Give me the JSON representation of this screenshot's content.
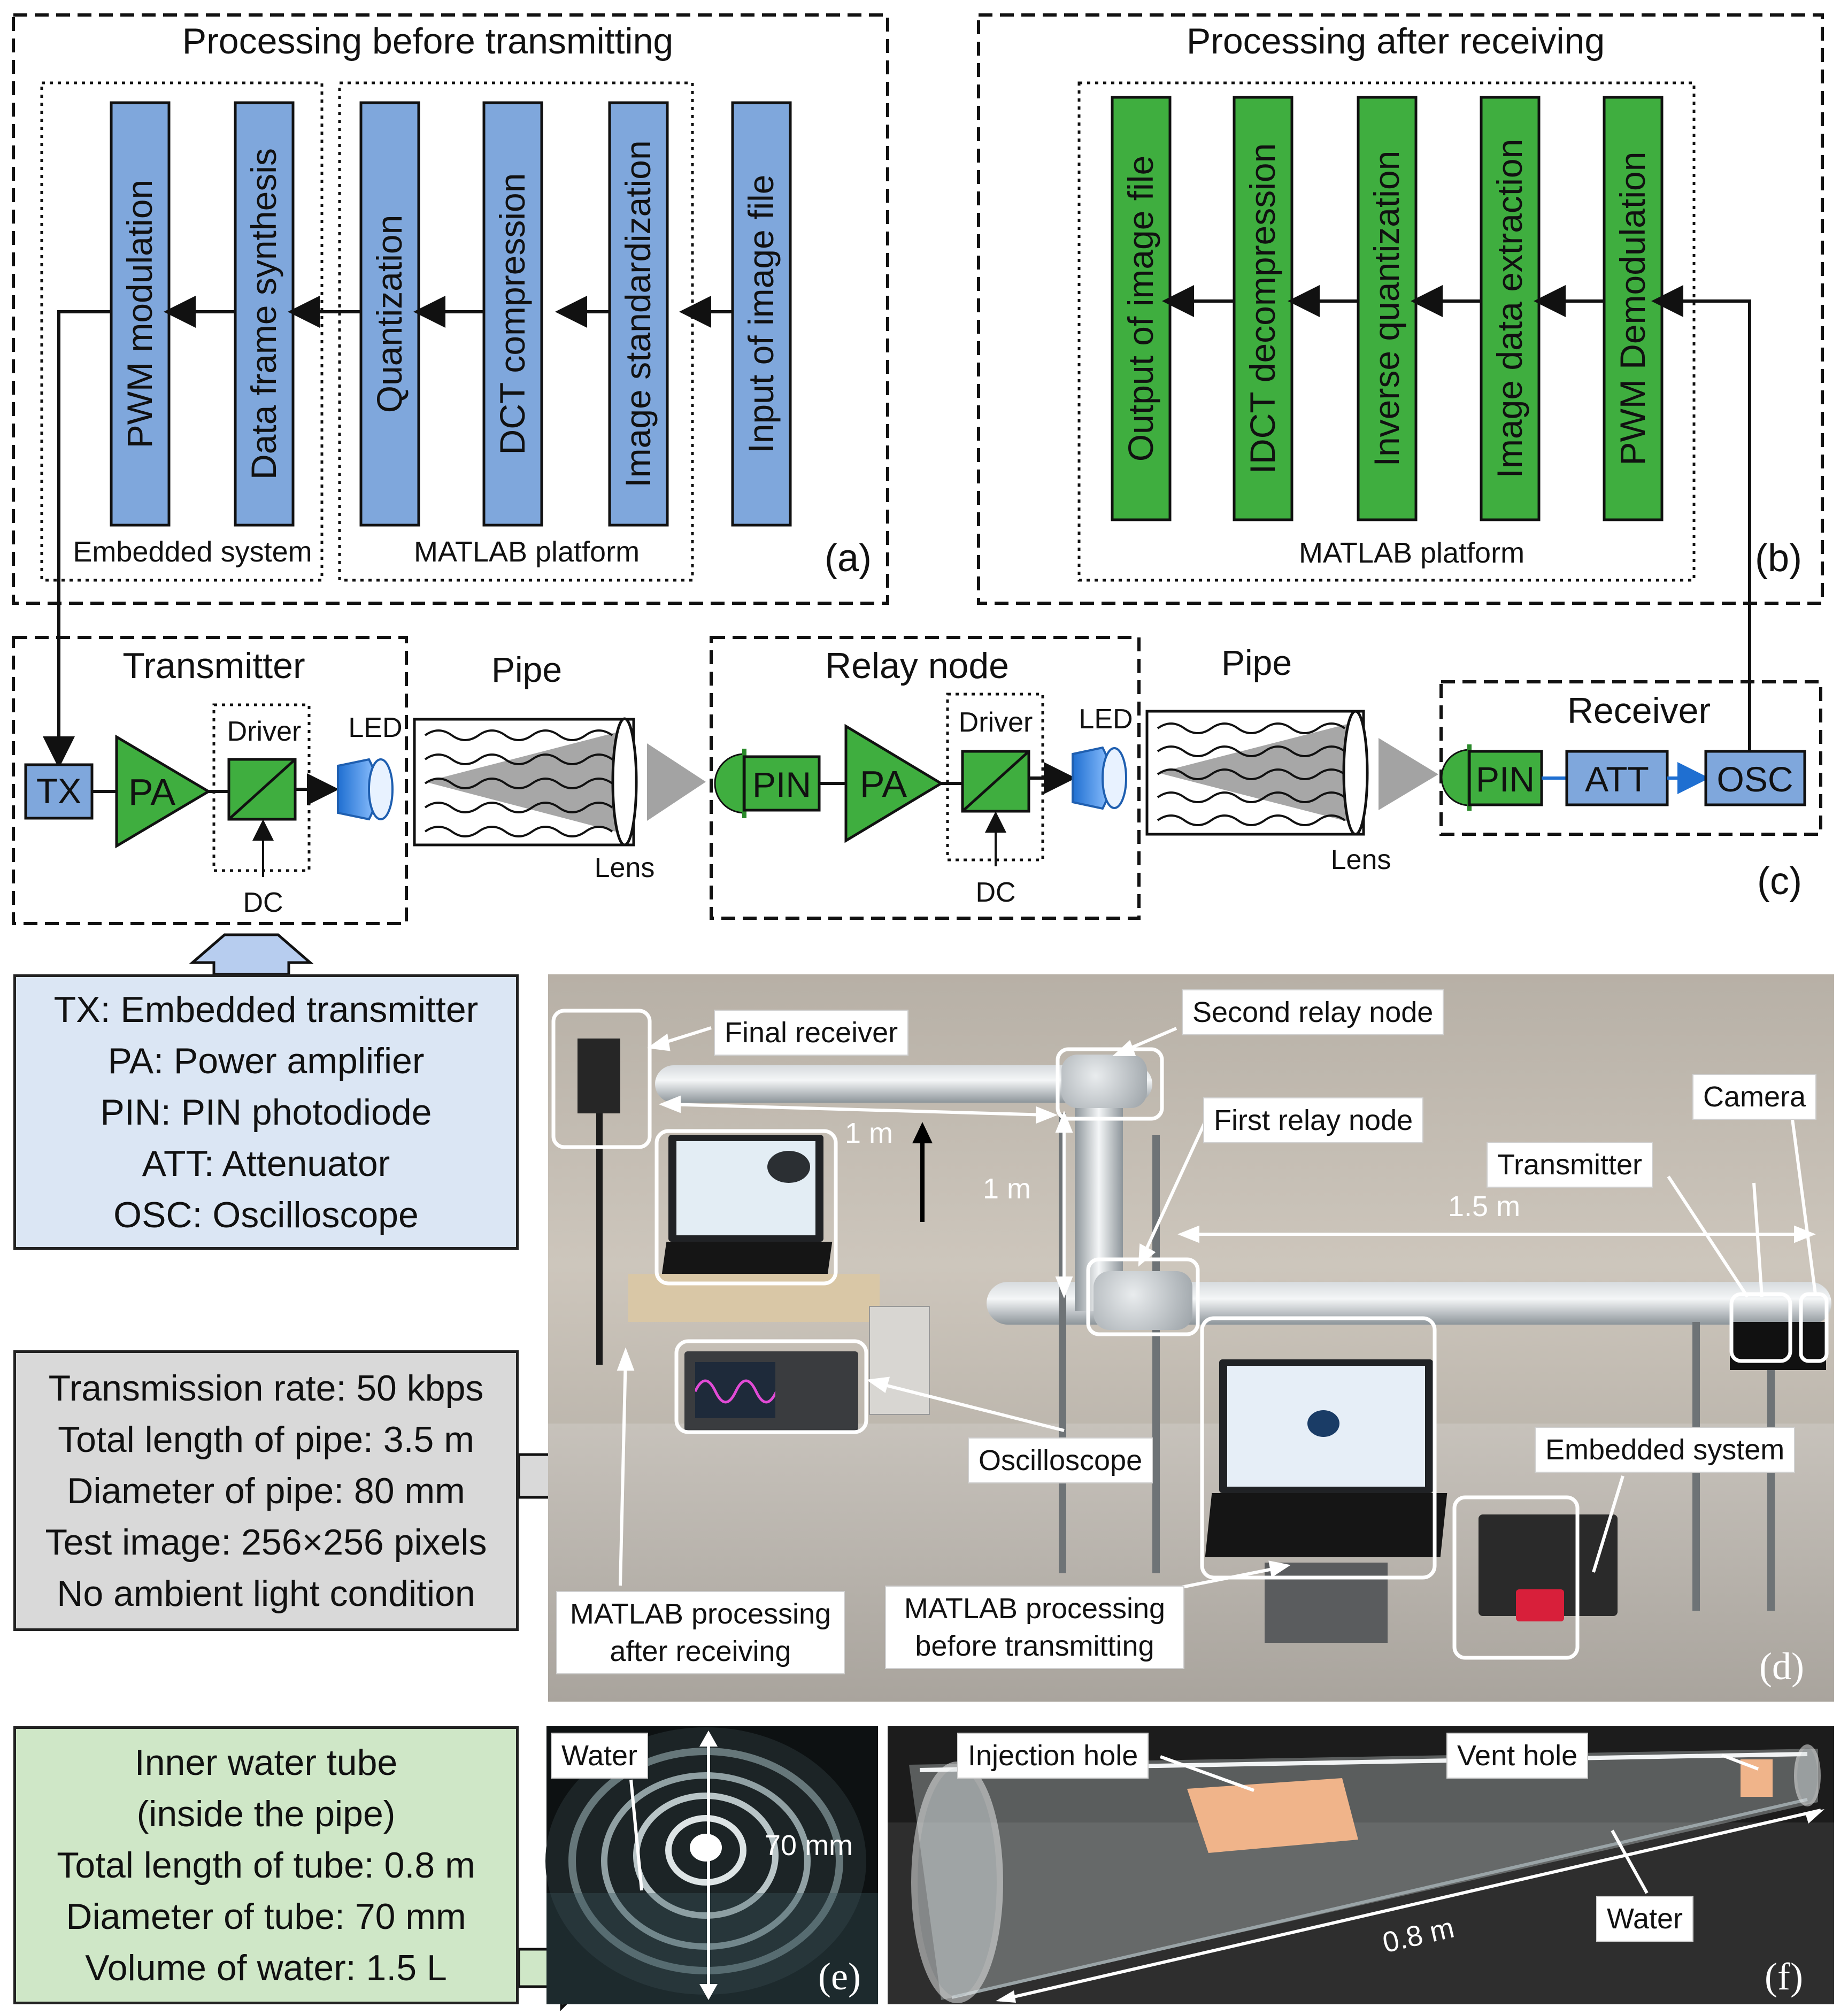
{
  "panel_a": {
    "title": "Processing before transmitting",
    "blocks": [
      "PWM modulation",
      "Data frame synthesis",
      "Quantization",
      "DCT compression",
      "Image standardization",
      "Input of image file"
    ],
    "group_embedded": "Embedded system",
    "group_matlab": "MATLAB platform",
    "tag": "(a)"
  },
  "panel_b": {
    "title": "Processing after receiving",
    "blocks": [
      "Output of image file",
      "IDCT decompression",
      "Inverse quantization",
      "Image data extraction",
      "PWM Demodulation"
    ],
    "group_matlab": "MATLAB platform",
    "tag": "(b)"
  },
  "panel_c": {
    "transmitter": {
      "title": "Transmitter",
      "tx": "TX",
      "pa": "PA",
      "driver": "Driver",
      "dc": "DC",
      "led": "LED"
    },
    "pipe1": {
      "label": "Pipe",
      "lens": "Lens"
    },
    "relay": {
      "title": "Relay node",
      "pin": "PIN",
      "pa": "PA",
      "driver": "Driver",
      "dc": "DC",
      "led": "LED"
    },
    "pipe2": {
      "label": "Pipe",
      "lens": "Lens"
    },
    "receiver": {
      "title": "Receiver",
      "pin": "PIN",
      "att": "ATT",
      "osc": "OSC"
    },
    "tag": "(c)"
  },
  "legend_box": {
    "lines": [
      "TX: Embedded transmitter",
      "PA: Power amplifier",
      "PIN: PIN photodiode",
      "ATT: Attenuator",
      "OSC: Oscilloscope"
    ]
  },
  "params_box": {
    "lines": [
      "Transmission rate: 50 kbps",
      "Total length of pipe: 3.5 m",
      "Diameter of pipe: 80 mm",
      "Test image: 256×256 pixels",
      "No ambient light condition"
    ]
  },
  "tube_box": {
    "lines": [
      "Inner water tube",
      "(inside the pipe)",
      "Total length of tube: 0.8 m",
      "Diameter of tube: 70 mm",
      "Volume of water: 1.5 L"
    ]
  },
  "photo_d": {
    "callouts": {
      "final_receiver": "Final receiver",
      "second_relay": "Second relay node",
      "first_relay": "First relay node",
      "camera": "Camera",
      "transmitter": "Transmitter",
      "oscilloscope": "Oscilloscope",
      "embedded_system": "Embedded system",
      "matlab_after": "MATLAB processing after receiving",
      "matlab_before": "MATLAB processing before transmitting"
    },
    "dims": {
      "d1": "1 m",
      "d2": "1 m",
      "d3": "1.5 m"
    },
    "tag": "(d)"
  },
  "photo_e": {
    "water": "Water",
    "dim": "70 mm",
    "tag": "(e)"
  },
  "photo_f": {
    "injection": "Injection hole",
    "vent": "Vent hole",
    "water": "Water",
    "dim": "0.8 m",
    "tag": "(f)"
  },
  "colors": {
    "blue_block": "#7fa7dc",
    "green_block": "#3fae3f",
    "legend_fill": "#dbe6f4",
    "params_fill": "#d9d9d9",
    "tube_fill": "#cfe7c7"
  }
}
